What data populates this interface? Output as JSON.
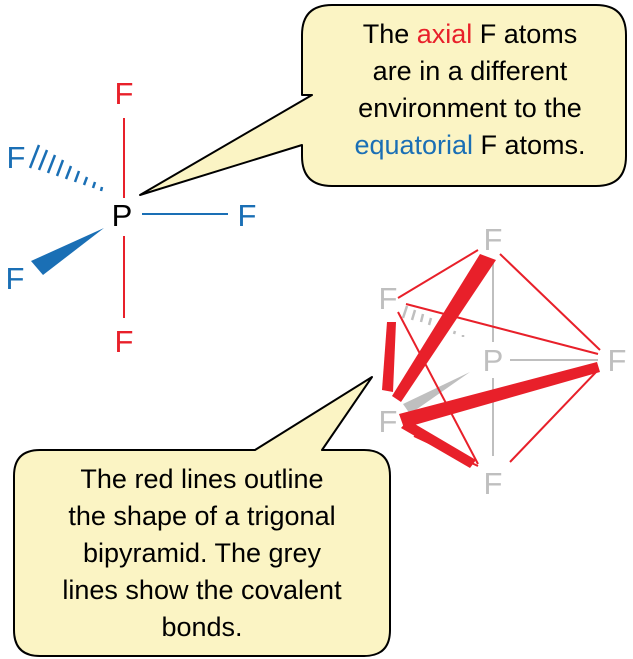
{
  "colors": {
    "axial": "#e8202a",
    "equatorial": "#1a6fb5",
    "phosphorus": "#000000",
    "faded": "#bfbfbf",
    "outline": "#e8202a",
    "callout_fill": "#fbf4c4",
    "callout_border": "#000000"
  },
  "structure": {
    "phosphorus": "P",
    "axial_top": "F",
    "axial_bottom": "F",
    "equatorial_right": "F",
    "equatorial_back": "F",
    "equatorial_front": "F"
  },
  "bipyramid": {
    "phosphorus": "P",
    "apex_top": "F",
    "apex_bottom": "F",
    "equatorial_right": "F",
    "equatorial_back": "F",
    "equatorial_front": "F"
  },
  "callout_top": {
    "line1_before": "The ",
    "line1_highlight": "axial",
    "line1_after": " F atoms",
    "line2": "are in a different",
    "line3": "environment to the",
    "line4_highlight": "equatorial",
    "line4_after": " F atoms."
  },
  "callout_bottom": {
    "line1": "The red lines outline",
    "line2": "the shape of a trigonal",
    "line3": "bipyramid. The grey",
    "line4": "lines show the covalent",
    "line5": "bonds."
  }
}
